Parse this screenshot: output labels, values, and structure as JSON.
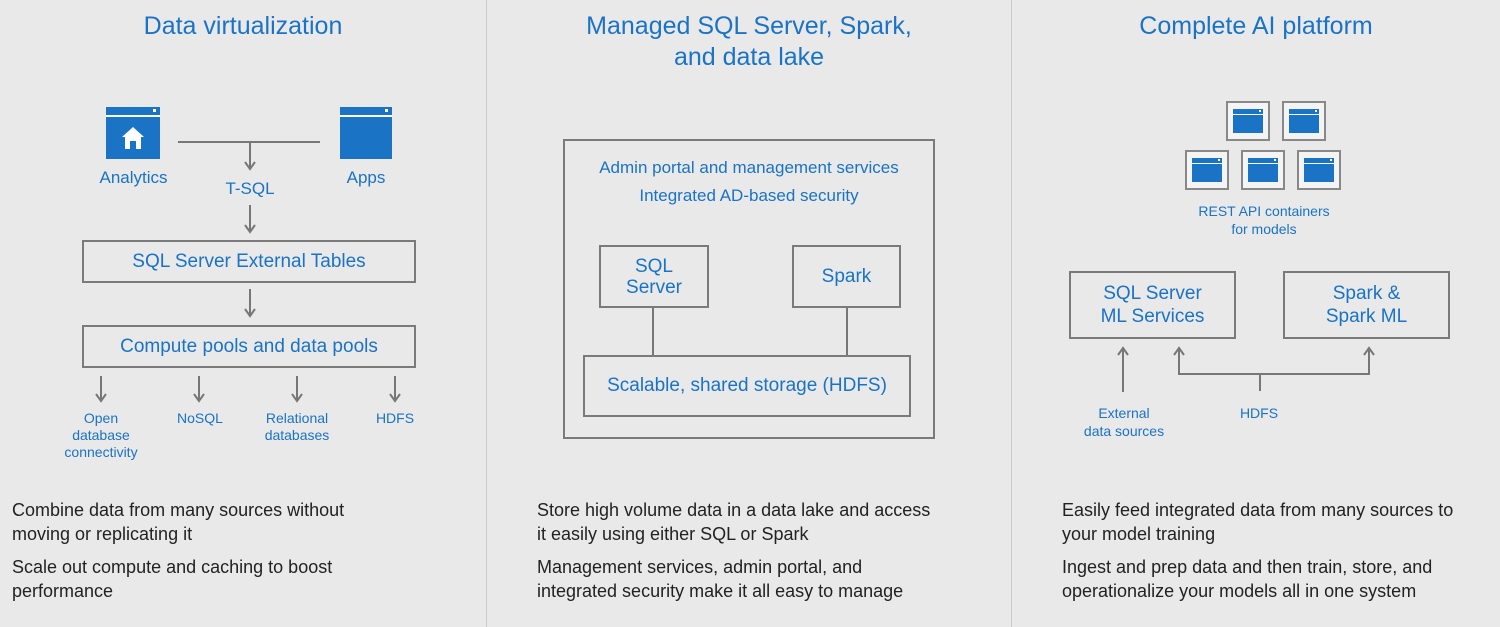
{
  "panel1": {
    "title": "Data virtualization",
    "analytics_label": "Analytics",
    "apps_label": "Apps",
    "tsql_label": "T-SQL",
    "external_tables": "SQL Server External Tables",
    "compute_pools": "Compute pools and data pools",
    "sources": {
      "odbc_line1": "Open",
      "odbc_line2": "database",
      "odbc_line3": "connectivity",
      "nosql": "NoSQL",
      "relational_line1": "Relational",
      "relational_line2": "databases",
      "hdfs": "HDFS"
    },
    "desc1_line1": "Combine data from many sources without",
    "desc1_line2": "moving or replicating it",
    "desc2_line1": "Scale out compute and caching to boost",
    "desc2_line2": "performance"
  },
  "panel2": {
    "title_line1": "Managed SQL Server, Spark,",
    "title_line2": "and data lake",
    "admin_portal": "Admin portal and management services",
    "security": "Integrated AD-based security",
    "sql_line1": "SQL",
    "sql_line2": "Server",
    "spark": "Spark",
    "storage": "Scalable, shared storage (HDFS)",
    "desc1_line1": "Store high volume data in a data lake and access",
    "desc1_line2": "it easily using either SQL or Spark",
    "desc2_line1": "Management services, admin portal, and",
    "desc2_line2": "integrated security make it all easy to manage"
  },
  "panel3": {
    "title": "Complete AI platform",
    "rest_line1": "REST API containers",
    "rest_line2": "for models",
    "sqlml_line1": "SQL Server",
    "sqlml_line2": "ML Services",
    "sparkml_line1": "Spark &",
    "sparkml_line2": "Spark ML",
    "external_line1": "External",
    "external_line2": "data sources",
    "hdfs": "HDFS",
    "desc1_line1": "Easily feed integrated data from many sources to",
    "desc1_line2": "your model training",
    "desc2_line1": "Ingest and prep data and then train, store, and",
    "desc2_line2": "operationalize your models all in one system"
  },
  "colors": {
    "accent": "#1a73c5",
    "background": "#e9e9e9",
    "border": "#7a7a7a"
  },
  "icons": [
    "analytics-window-icon",
    "apps-window-icon",
    "container-icon"
  ]
}
